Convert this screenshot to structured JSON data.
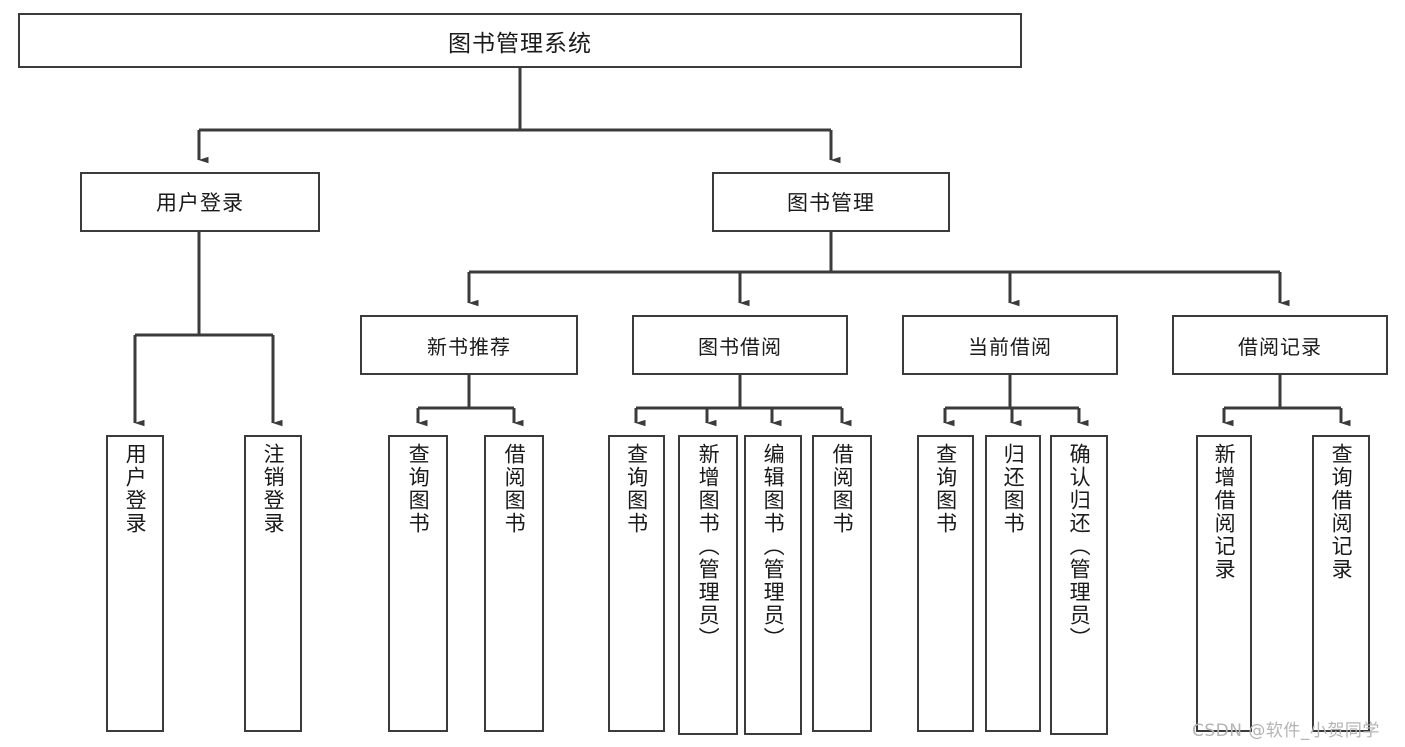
{
  "diagram": {
    "type": "tree",
    "title": "图书管理系统",
    "orientation": "top-down",
    "colors": {
      "background": "#ffffff",
      "node_border": "#3b3b3b",
      "node_fill": "#ffffff",
      "connector": "#3b3b3b",
      "text": "#1a1a1a",
      "watermark": "#b4b4b4"
    }
  },
  "root": {
    "label": "图书管理系统"
  },
  "level1": [
    {
      "label": "用户登录"
    },
    {
      "label": "图书管理"
    }
  ],
  "level2": [
    {
      "label": "新书推荐"
    },
    {
      "label": "图书借阅"
    },
    {
      "label": "当前借阅"
    },
    {
      "label": "借阅记录"
    }
  ],
  "leaves": {
    "user_login": [
      {
        "label": "用户登录"
      },
      {
        "label": "注销登录"
      }
    ],
    "new_book": [
      {
        "label": "查询图书"
      },
      {
        "label": "借阅图书"
      }
    ],
    "book_borrow": [
      {
        "label": "查询图书"
      },
      {
        "label": "新增图书（管理员）"
      },
      {
        "label": "编辑图书（管理员）"
      },
      {
        "label": "借阅图书"
      }
    ],
    "current_borrow": [
      {
        "label": "查询图书"
      },
      {
        "label": "归还图书"
      },
      {
        "label": "确认归还（管理员）"
      }
    ],
    "borrow_record": [
      {
        "label": "新增借阅记录"
      },
      {
        "label": "查询借阅记录"
      }
    ]
  },
  "watermark": {
    "text": "CSDN @软件_小贺同学"
  }
}
